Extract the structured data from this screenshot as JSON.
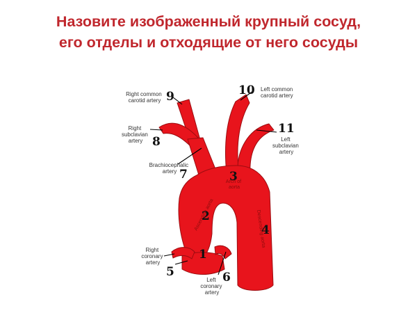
{
  "title": {
    "line1": "Назовите изображенный крупный сосуд,",
    "line2": "его отделы и отходящие от него сосуды"
  },
  "colors": {
    "title": "#c0272d",
    "vessel": "#e8141c",
    "vessel_outline": "#9b0c10",
    "vessel_shadow": "#b80f15"
  },
  "labels": {
    "right_common_carotid": [
      "Right common",
      "carotid artery"
    ],
    "left_common_carotid": [
      "Left common",
      "carotid artery"
    ],
    "right_subclavian": [
      "Right",
      "subclavian",
      "artery"
    ],
    "left_subclavian": [
      "Left",
      "subclavian",
      "artery"
    ],
    "brachiocephalic": [
      "Brachiocephalic",
      "artery"
    ],
    "arch_of_aorta": [
      "Arch of",
      "aorta"
    ],
    "ascending_aorta": "Ascending aorta",
    "descending_aorta": "Descending aorta",
    "right_coronary": [
      "Right",
      "coronary",
      "artery"
    ],
    "left_coronary": [
      "Left",
      "coronary",
      "artery"
    ]
  },
  "numbers": {
    "n1": "1",
    "n2": "2",
    "n3": "3",
    "n4": "4",
    "n5": "5",
    "n6": "6",
    "n7": "7",
    "n8": "8",
    "n9": "9",
    "n10": "10",
    "n11": "11"
  }
}
